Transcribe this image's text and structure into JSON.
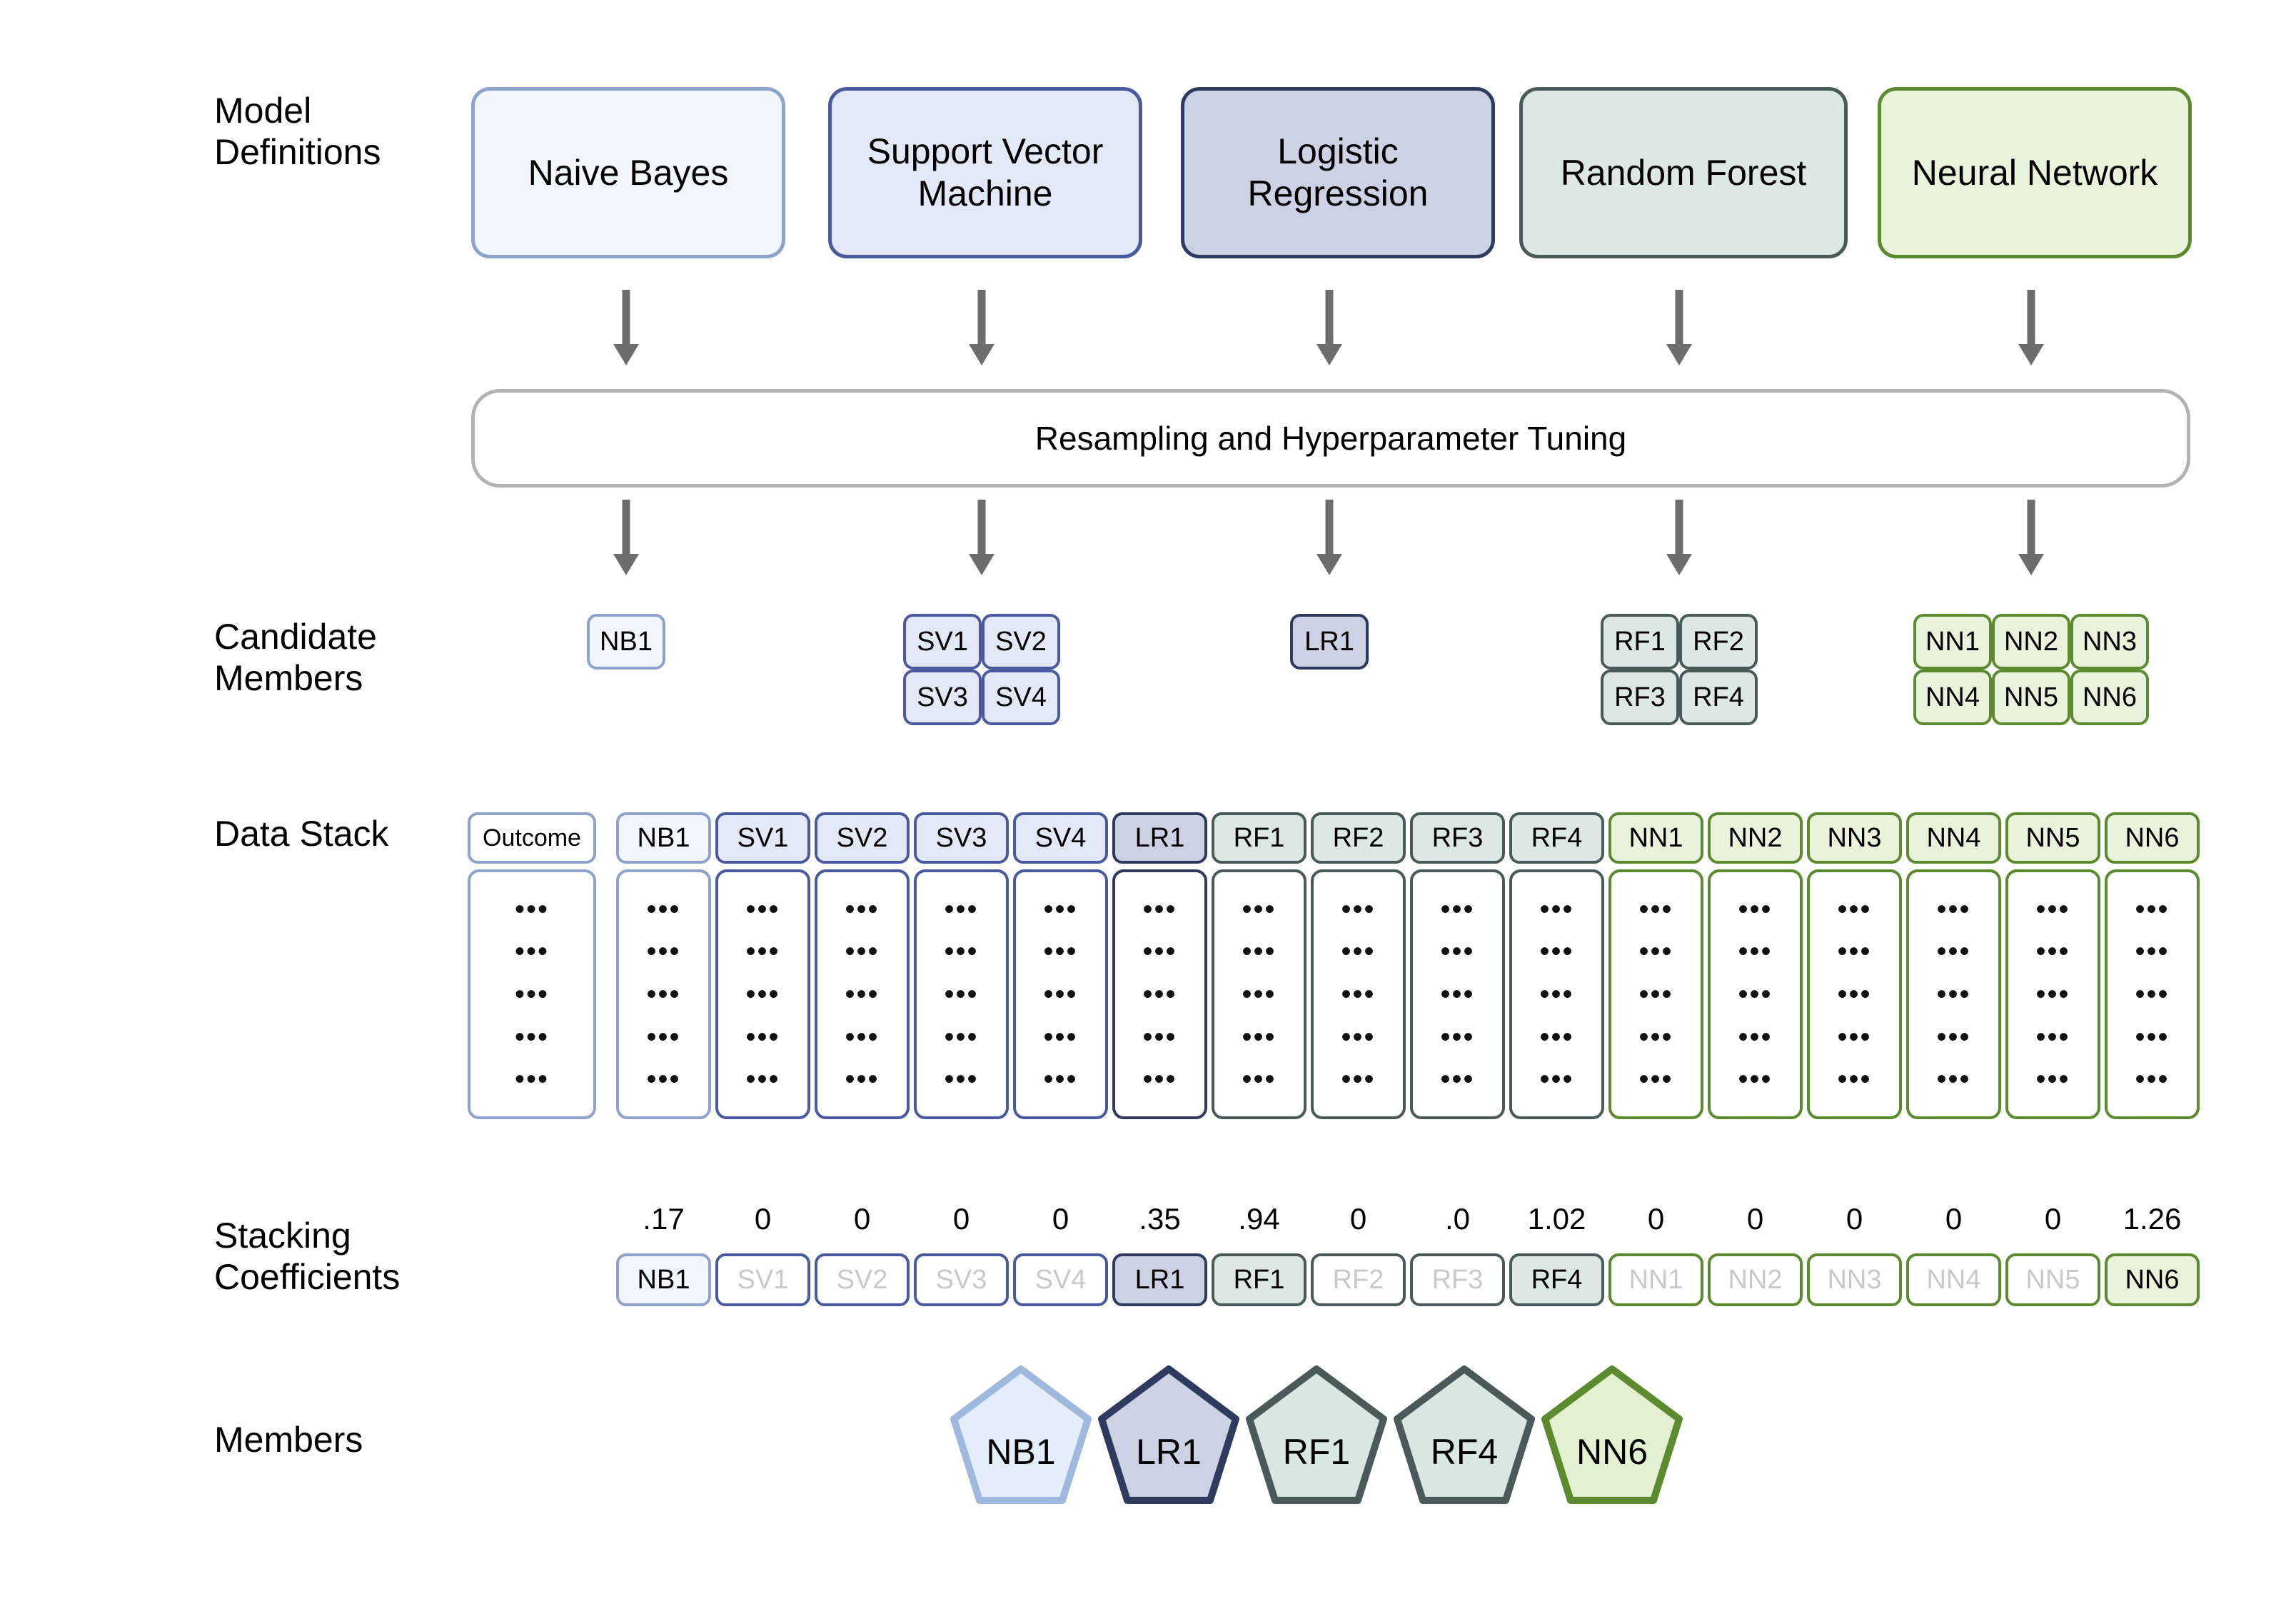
{
  "row_labels": {
    "model_definitions": "Model\nDefinitions",
    "candidate_members": "Candidate\nMembers",
    "data_stack": "Data Stack",
    "stacking_coefficients": "Stacking\nCoefficients",
    "members": "Members"
  },
  "model_definitions": [
    {
      "label": "Naive Bayes",
      "fill": "#f1f5fc",
      "border": "#8da3cb"
    },
    {
      "label": "Support Vector\nMachine",
      "fill": "#e3e8f7",
      "border": "#4a5a9e"
    },
    {
      "label": "Logistic\nRegression",
      "fill": "#ccd1e4",
      "border": "#2f3b5e"
    },
    {
      "label": "Random Forest",
      "fill": "#dde8e4",
      "border": "#4a5a58"
    },
    {
      "label": "Neural Network",
      "fill": "#e9f2da",
      "border": "#5c8a2e"
    }
  ],
  "resampling": {
    "label": "Resampling and Hyperparameter Tuning"
  },
  "candidate_members": [
    {
      "family": "nb",
      "fill": "#f1f5fc",
      "border": "#8da3cb",
      "items": [
        "NB1"
      ]
    },
    {
      "family": "sv",
      "fill": "#e3e8f7",
      "border": "#4a5a9e",
      "items": [
        "SV1",
        "SV2",
        "SV3",
        "SV4"
      ]
    },
    {
      "family": "lr",
      "fill": "#ccd1e4",
      "border": "#2f3b5e",
      "items": [
        "LR1"
      ]
    },
    {
      "family": "rf",
      "fill": "#dde8e4",
      "border": "#4a5a58",
      "items": [
        "RF1",
        "RF2",
        "RF3",
        "RF4"
      ]
    },
    {
      "family": "nn",
      "fill": "#e9f2da",
      "border": "#5c8a2e",
      "items": [
        "NN1",
        "NN2",
        "NN3",
        "NN4",
        "NN5",
        "NN6"
      ]
    }
  ],
  "data_stack": {
    "outcome_header": {
      "label": "Outcome",
      "fill": "#ffffff",
      "border": "#8da3cb"
    },
    "columns": [
      {
        "label": "NB1",
        "fill": "#f1f5fc",
        "border": "#8da3cb"
      },
      {
        "label": "SV1",
        "fill": "#e3e8f7",
        "border": "#4a5a9e"
      },
      {
        "label": "SV2",
        "fill": "#e3e8f7",
        "border": "#4a5a9e"
      },
      {
        "label": "SV3",
        "fill": "#e3e8f7",
        "border": "#4a5a9e"
      },
      {
        "label": "SV4",
        "fill": "#e3e8f7",
        "border": "#4a5a9e"
      },
      {
        "label": "LR1",
        "fill": "#ccd1e4",
        "border": "#2f3b5e"
      },
      {
        "label": "RF1",
        "fill": "#dde8e4",
        "border": "#4a5a58"
      },
      {
        "label": "RF2",
        "fill": "#dde8e4",
        "border": "#4a5a58"
      },
      {
        "label": "RF3",
        "fill": "#dde8e4",
        "border": "#4a5a58"
      },
      {
        "label": "RF4",
        "fill": "#dde8e4",
        "border": "#4a5a58"
      },
      {
        "label": "NN1",
        "fill": "#e9f2da",
        "border": "#5c8a2e"
      },
      {
        "label": "NN2",
        "fill": "#e9f2da",
        "border": "#5c8a2e"
      },
      {
        "label": "NN3",
        "fill": "#e9f2da",
        "border": "#5c8a2e"
      },
      {
        "label": "NN4",
        "fill": "#e9f2da",
        "border": "#5c8a2e"
      },
      {
        "label": "NN5",
        "fill": "#e9f2da",
        "border": "#5c8a2e"
      },
      {
        "label": "NN6",
        "fill": "#e9f2da",
        "border": "#5c8a2e"
      }
    ],
    "cell_placeholder": "•••",
    "rows_per_column": 5
  },
  "stacking_coefficients": [
    {
      "label": "NB1",
      "value": ".17",
      "active": true,
      "fill": "#f1f5fc",
      "border": "#8da3cb"
    },
    {
      "label": "SV1",
      "value": "0",
      "active": false,
      "fill": "#e3e8f7",
      "border": "#4a5a9e"
    },
    {
      "label": "SV2",
      "value": "0",
      "active": false,
      "fill": "#e3e8f7",
      "border": "#4a5a9e"
    },
    {
      "label": "SV3",
      "value": "0",
      "active": false,
      "fill": "#e3e8f7",
      "border": "#4a5a9e"
    },
    {
      "label": "SV4",
      "value": "0",
      "active": false,
      "fill": "#e3e8f7",
      "border": "#4a5a9e"
    },
    {
      "label": "LR1",
      "value": ".35",
      "active": true,
      "fill": "#ccd1e4",
      "border": "#2f3b5e"
    },
    {
      "label": "RF1",
      "value": ".94",
      "active": true,
      "fill": "#dde8e4",
      "border": "#4a5a58"
    },
    {
      "label": "RF2",
      "value": "0",
      "active": false,
      "fill": "#dde8e4",
      "border": "#4a5a58"
    },
    {
      "label": "RF3",
      "value": ".0",
      "active": false,
      "fill": "#dde8e4",
      "border": "#4a5a58"
    },
    {
      "label": "RF4",
      "value": "1.02",
      "active": true,
      "fill": "#dde8e4",
      "border": "#4a5a58"
    },
    {
      "label": "NN1",
      "value": "0",
      "active": false,
      "fill": "#e9f2da",
      "border": "#5c8a2e"
    },
    {
      "label": "NN2",
      "value": "0",
      "active": false,
      "fill": "#e9f2da",
      "border": "#5c8a2e"
    },
    {
      "label": "NN3",
      "value": "0",
      "active": false,
      "fill": "#e9f2da",
      "border": "#5c8a2e"
    },
    {
      "label": "NN4",
      "value": "0",
      "active": false,
      "fill": "#e9f2da",
      "border": "#5c8a2e"
    },
    {
      "label": "NN5",
      "value": "0",
      "active": false,
      "fill": "#e9f2da",
      "border": "#5c8a2e"
    },
    {
      "label": "NN6",
      "value": "1.26",
      "active": true,
      "fill": "#e9f2da",
      "border": "#5c8a2e"
    }
  ],
  "members": [
    {
      "label": "NB1",
      "fill": "#e4edfa",
      "border": "#9fb8dd"
    },
    {
      "label": "LR1",
      "fill": "#ccd1e4",
      "border": "#2f3b5e"
    },
    {
      "label": "RF1",
      "fill": "#d9e7e2",
      "border": "#4a5a58"
    },
    {
      "label": "RF4",
      "fill": "#d9e7e2",
      "border": "#4a5a58"
    },
    {
      "label": "NN6",
      "fill": "#e4f0d2",
      "border": "#5c8a2e"
    }
  ],
  "arrow_color": "#6d6d6d"
}
